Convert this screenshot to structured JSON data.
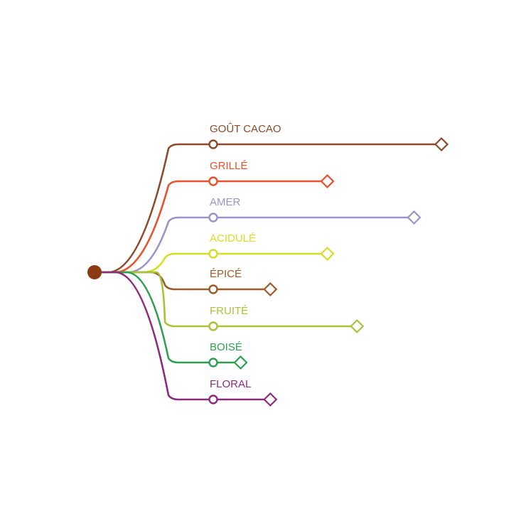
{
  "chart_data": {
    "type": "tree-branch",
    "title": "",
    "root_color": "#8B3A12",
    "x_scale_note": "",
    "branches": [
      {
        "label": "GOÛT CACAO",
        "color": "#8B4A2B",
        "value": 100
      },
      {
        "label": "GRILLÉ",
        "color": "#E8512C",
        "value": 50
      },
      {
        "label": "AMER",
        "color": "#9A93CC",
        "value": 88
      },
      {
        "label": "ACIDULÉ",
        "color": "#D6DD24",
        "value": 50
      },
      {
        "label": "ÉPICÉ",
        "color": "#9A5A2A",
        "value": 25
      },
      {
        "label": "FRUITÉ",
        "color": "#A9C23A",
        "value": 63
      },
      {
        "label": "BOISÉ",
        "color": "#2E9E52",
        "value": 12
      },
      {
        "label": "FLORAL",
        "color": "#8E2A7E",
        "value": 25
      }
    ]
  }
}
